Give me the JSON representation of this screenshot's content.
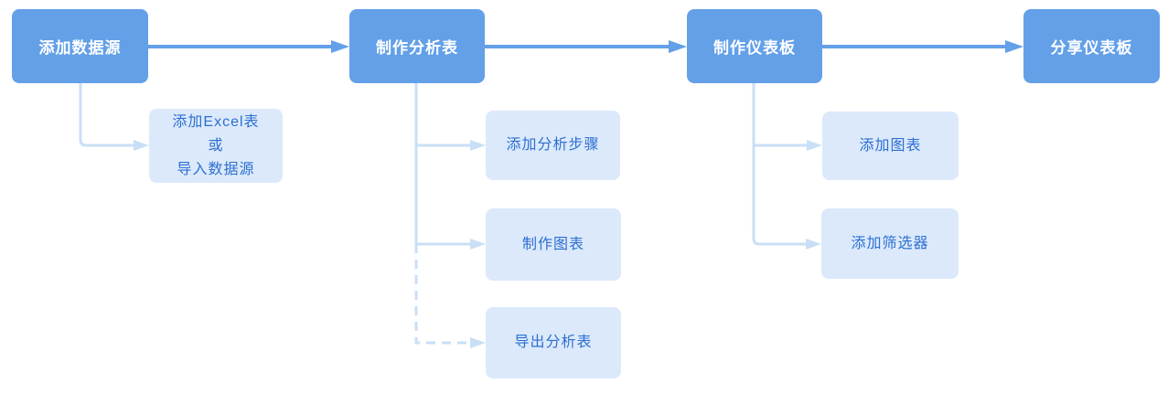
{
  "colors": {
    "accent": "#63A0E8",
    "light_fill": "#DBE9FB",
    "light_line": "#C9DFF6",
    "sub_text": "#2E6FD0",
    "main_text": "#FFFFFF",
    "background": "#FFFFFF"
  },
  "diagram": {
    "type": "flowchart",
    "main_steps": [
      {
        "id": "add-datasource",
        "label": "添加数据源"
      },
      {
        "id": "create-analysis-table",
        "label": "制作分析表"
      },
      {
        "id": "create-dashboard",
        "label": "制作仪表板"
      },
      {
        "id": "share-dashboard",
        "label": "分享仪表板"
      }
    ],
    "sub_steps": [
      {
        "parent": "add-datasource",
        "label": "添加Excel表\n或\n导入数据源",
        "link_style": "solid"
      },
      {
        "parent": "create-analysis-table",
        "label": "添加分析步骤",
        "link_style": "solid"
      },
      {
        "parent": "create-analysis-table",
        "label": "制作图表",
        "link_style": "solid"
      },
      {
        "parent": "create-analysis-table",
        "label": "导出分析表",
        "link_style": "dashed"
      },
      {
        "parent": "create-dashboard",
        "label": "添加图表",
        "link_style": "solid"
      },
      {
        "parent": "create-dashboard",
        "label": "添加筛选器",
        "link_style": "solid"
      }
    ]
  }
}
